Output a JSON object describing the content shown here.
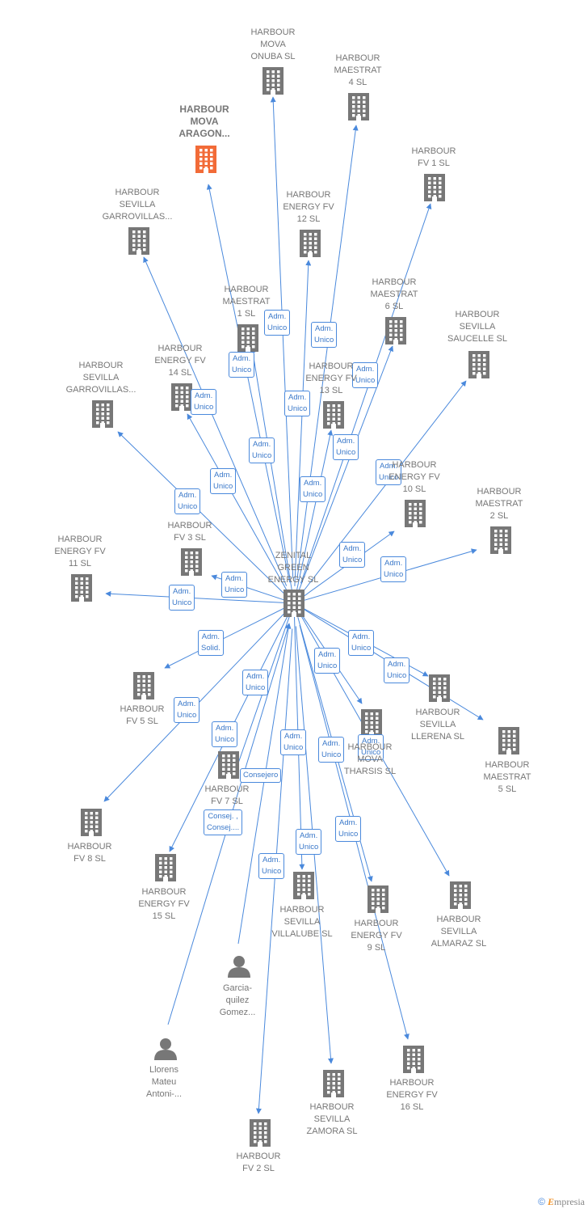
{
  "center": {
    "label": "ZENITAL\nGREEN\nENERGY  SL"
  },
  "nodes": [
    {
      "id": "mova-onuba",
      "label": "HARBOUR\nMOVA\nONUBA  SL",
      "type": "company"
    },
    {
      "id": "maestrat-4",
      "label": "HARBOUR\nMAESTRAT\n4  SL",
      "type": "company"
    },
    {
      "id": "mova-aragon",
      "label": "HARBOUR\nMOVA\nARAGON...",
      "type": "company",
      "highlight": true
    },
    {
      "id": "fv-1",
      "label": "HARBOUR\nFV 1  SL",
      "type": "company"
    },
    {
      "id": "sevilla-garrovillas-1",
      "label": "HARBOUR\nSEVILLA\nGARROVILLAS...",
      "type": "company"
    },
    {
      "id": "energy-fv-12",
      "label": "HARBOUR\nENERGY FV\n12  SL",
      "type": "company"
    },
    {
      "id": "maestrat-1",
      "label": "HARBOUR\nMAESTRAT\n1  SL",
      "type": "company"
    },
    {
      "id": "maestrat-6",
      "label": "HARBOUR\nMAESTRAT\n6  SL",
      "type": "company"
    },
    {
      "id": "sevilla-saucelle",
      "label": "HARBOUR\nSEVILLA\nSAUCELLE  SL",
      "type": "company"
    },
    {
      "id": "energy-fv-14",
      "label": "HARBOUR\nENERGY FV\n14  SL",
      "type": "company"
    },
    {
      "id": "energy-fv-13",
      "label": "HARBOUR\nENERGY FV\n13  SL",
      "type": "company"
    },
    {
      "id": "sevilla-garrovillas-2",
      "label": "HARBOUR\nSEVILLA\nGARROVILLAS...",
      "type": "company"
    },
    {
      "id": "energy-fv-10",
      "label": "HARBOUR\nENERGY FV\n10  SL",
      "type": "company"
    },
    {
      "id": "maestrat-2",
      "label": "HARBOUR\nMAESTRAT\n2  SL",
      "type": "company"
    },
    {
      "id": "fv-3",
      "label": "HARBOUR\nFV 3  SL",
      "type": "company"
    },
    {
      "id": "energy-fv-11",
      "label": "HARBOUR\nENERGY FV\n11  SL",
      "type": "company"
    },
    {
      "id": "fv-5",
      "label": "HARBOUR\nFV 5  SL",
      "type": "company"
    },
    {
      "id": "sevilla-llerena",
      "label": "HARBOUR\nSEVILLA\nLLERENA  SL",
      "type": "company"
    },
    {
      "id": "tharsis",
      "label": "HARBOUR\nMOVA\nTHARSIS  SL",
      "type": "company"
    },
    {
      "id": "maestrat-5",
      "label": "HARBOUR\nMAESTRAT\n5  SL",
      "type": "company"
    },
    {
      "id": "fv-7",
      "label": "HARBOUR\nFV 7  SL",
      "type": "company"
    },
    {
      "id": "fv-8",
      "label": "HARBOUR\nFV 8  SL",
      "type": "company"
    },
    {
      "id": "energy-fv-15",
      "label": "HARBOUR\nENERGY FV\n15  SL",
      "type": "company"
    },
    {
      "id": "sevilla-villalube",
      "label": "HARBOUR\nSEVILLA\nVILLALUBE  SL",
      "type": "company"
    },
    {
      "id": "energy-fv-9",
      "label": "HARBOUR\nENERGY FV\n9  SL",
      "type": "company"
    },
    {
      "id": "sevilla-almaraz",
      "label": "HARBOUR\nSEVILLA\nALMARAZ  SL",
      "type": "company"
    },
    {
      "id": "garcia-quilez",
      "label": "Garcia-\nquilez\nGomez...",
      "type": "person"
    },
    {
      "id": "llorens-mateu",
      "label": "Llorens\nMateu\nAntoni-...",
      "type": "person"
    },
    {
      "id": "sevilla-zamora",
      "label": "HARBOUR\nSEVILLA\nZAMORA  SL",
      "type": "company"
    },
    {
      "id": "energy-fv-16",
      "label": "HARBOUR\nENERGY FV\n16  SL",
      "type": "company"
    },
    {
      "id": "fv-2",
      "label": "HARBOUR\nFV 2  SL",
      "type": "company"
    }
  ],
  "edges": [
    {
      "target": "mova-onuba",
      "label": "Adm.\nUnico"
    },
    {
      "target": "maestrat-4",
      "label": "Adm.\nUnico"
    },
    {
      "target": "mova-aragon",
      "label": "Adm.\nUnico"
    },
    {
      "target": "fv-1",
      "label": "Adm.\nUnico"
    },
    {
      "target": "sevilla-garrovillas-1",
      "label": "Adm.\nUnico"
    },
    {
      "target": "energy-fv-12",
      "label": "Adm.\nUnico"
    },
    {
      "target": "maestrat-1",
      "label": "Adm.\nUnico"
    },
    {
      "target": "maestrat-6",
      "label": "Adm.\nUnico"
    },
    {
      "target": "sevilla-saucelle",
      "label": "Adm.\nUnico"
    },
    {
      "target": "energy-fv-14",
      "label": "Adm.\nUnico"
    },
    {
      "target": "energy-fv-13",
      "label": "Adm.\nUnico"
    },
    {
      "target": "sevilla-garrovillas-2",
      "label": "Adm.\nUnico"
    },
    {
      "target": "energy-fv-10",
      "label": "Adm.\nUnico"
    },
    {
      "target": "maestrat-2",
      "label": "Adm.\nUnico"
    },
    {
      "target": "fv-3",
      "label": "Adm.\nUnico"
    },
    {
      "target": "energy-fv-11",
      "label": "Adm.\nUnico"
    },
    {
      "target": "fv-5",
      "label": "Adm.\nSolid."
    },
    {
      "target": "sevilla-llerena",
      "label": "Adm.\nUnico"
    },
    {
      "target": "tharsis",
      "label": "Adm.\nUnico"
    },
    {
      "target": "maestrat-5",
      "label": "Adm.\nUnico"
    },
    {
      "target": "fv-7",
      "label": "Adm.\nUnico"
    },
    {
      "target": "fv-8",
      "label": "Adm.\nUnico"
    },
    {
      "target": "energy-fv-15",
      "label": "Adm.\nUnico"
    },
    {
      "target": "sevilla-villalube",
      "label": "Adm.\nUnico"
    },
    {
      "target": "energy-fv-9",
      "label": "Adm.\nUnico"
    },
    {
      "target": "sevilla-almaraz",
      "label": "Adm.\nUnico"
    },
    {
      "target": "garcia-quilez",
      "label": "Consejero",
      "reverse": true
    },
    {
      "target": "llorens-mateu",
      "label": "Consej. ,\nConsej....",
      "reverse": true
    },
    {
      "target": "sevilla-zamora",
      "label": "Adm.\nUnico"
    },
    {
      "target": "energy-fv-16",
      "label": "Adm.\nUnico"
    },
    {
      "target": "fv-2",
      "label": "Adm.\nUnico"
    }
  ],
  "colors": {
    "edge": "#4a89dc",
    "company": "#777777",
    "highlight": "#f26b38",
    "person": "#777777"
  },
  "icons": {
    "company": "building-icon",
    "person": "person-icon"
  },
  "brand": {
    "copyright": "©",
    "name": "mpresia",
    "initial": "E"
  }
}
